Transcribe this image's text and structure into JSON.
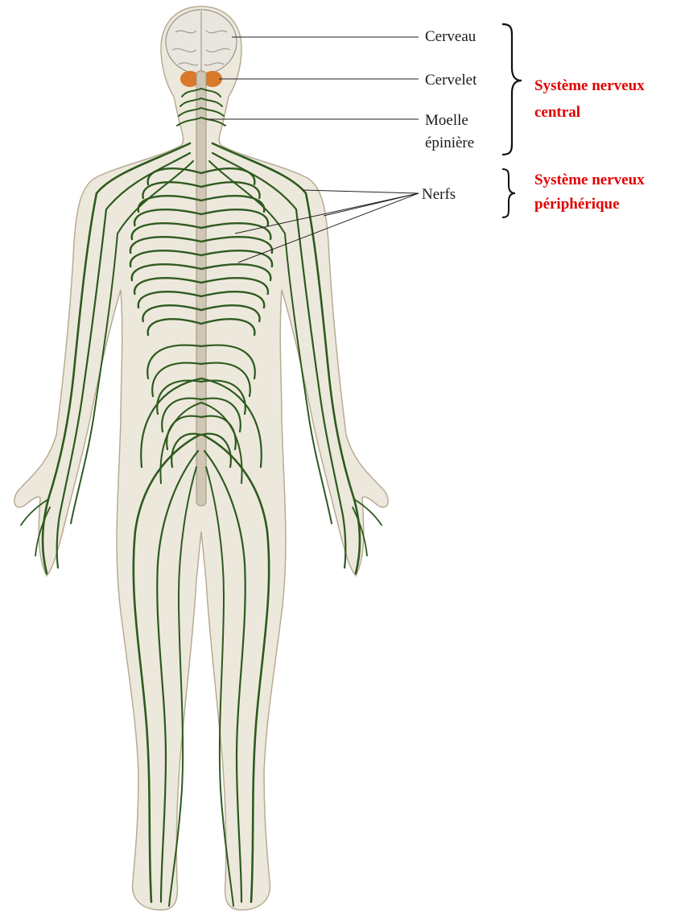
{
  "labels": {
    "brain": "Cerveau",
    "cerebellum": "Cervelet",
    "spinal_cord_line1": "Moelle",
    "spinal_cord_line2": "épinière",
    "nerves": "Nerfs"
  },
  "systems": {
    "central_line1": "Système nerveux",
    "central_line2": "central",
    "peripheral_line1": "Système nerveux",
    "peripheral_line2": "périphérique"
  },
  "colors": {
    "system_label": "#e00000",
    "nerve": "#2d5a1e",
    "skin": "#ede8dc",
    "skin_outline": "#b8ab95",
    "spine": "#cfc6b3",
    "brain": "#e9e6df",
    "cerebellum": "#d9792a"
  }
}
